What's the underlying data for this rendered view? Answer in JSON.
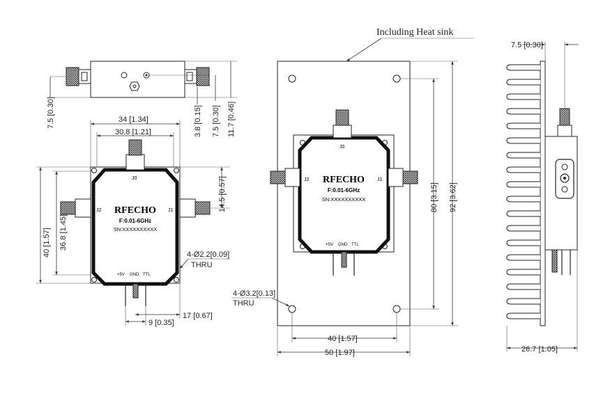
{
  "heat_sink_note": "Including Heat sink",
  "module": {
    "brand": "RFECHO",
    "freq": "F:0.01-6GHz",
    "serial": "SN:XXXXXXXXXX",
    "port_j0": "J0",
    "port_j1": "J1",
    "port_j2": "J2",
    "pin_5v": "+5V",
    "pin_gnd": "GND",
    "pin_ttl": "TTL"
  },
  "dims": {
    "side_7_5": "7.5 [0.30]",
    "side_3_8": "3.8 [0.15]",
    "side_7_5b": "7.5 [0.30]",
    "side_11_7": "11.7 [0.46]",
    "front_34": "34 [1.34]",
    "front_30_8": "30.8 [1.21]",
    "front_40": "40 [1.57]",
    "front_36_8": "36.8 [1.45]",
    "front_14_5": "14.5 [0.57]",
    "front_hole": "4-Ø2.2[0.09]",
    "front_thru": "THRU",
    "front_9": "9 [0.35]",
    "front_17": "17 [0.67]",
    "hs_hole": "4-Ø3.2[0.13]",
    "hs_thru": "THRU",
    "hs_80": "80 [3.15]",
    "hs_92": "92 [3.62]",
    "hs_40": "40 [1.57]",
    "hs_50": "50 [1.97]",
    "right_7_5": "7.5 [0.30]",
    "right_26_7": "26.7 [1.05]"
  }
}
